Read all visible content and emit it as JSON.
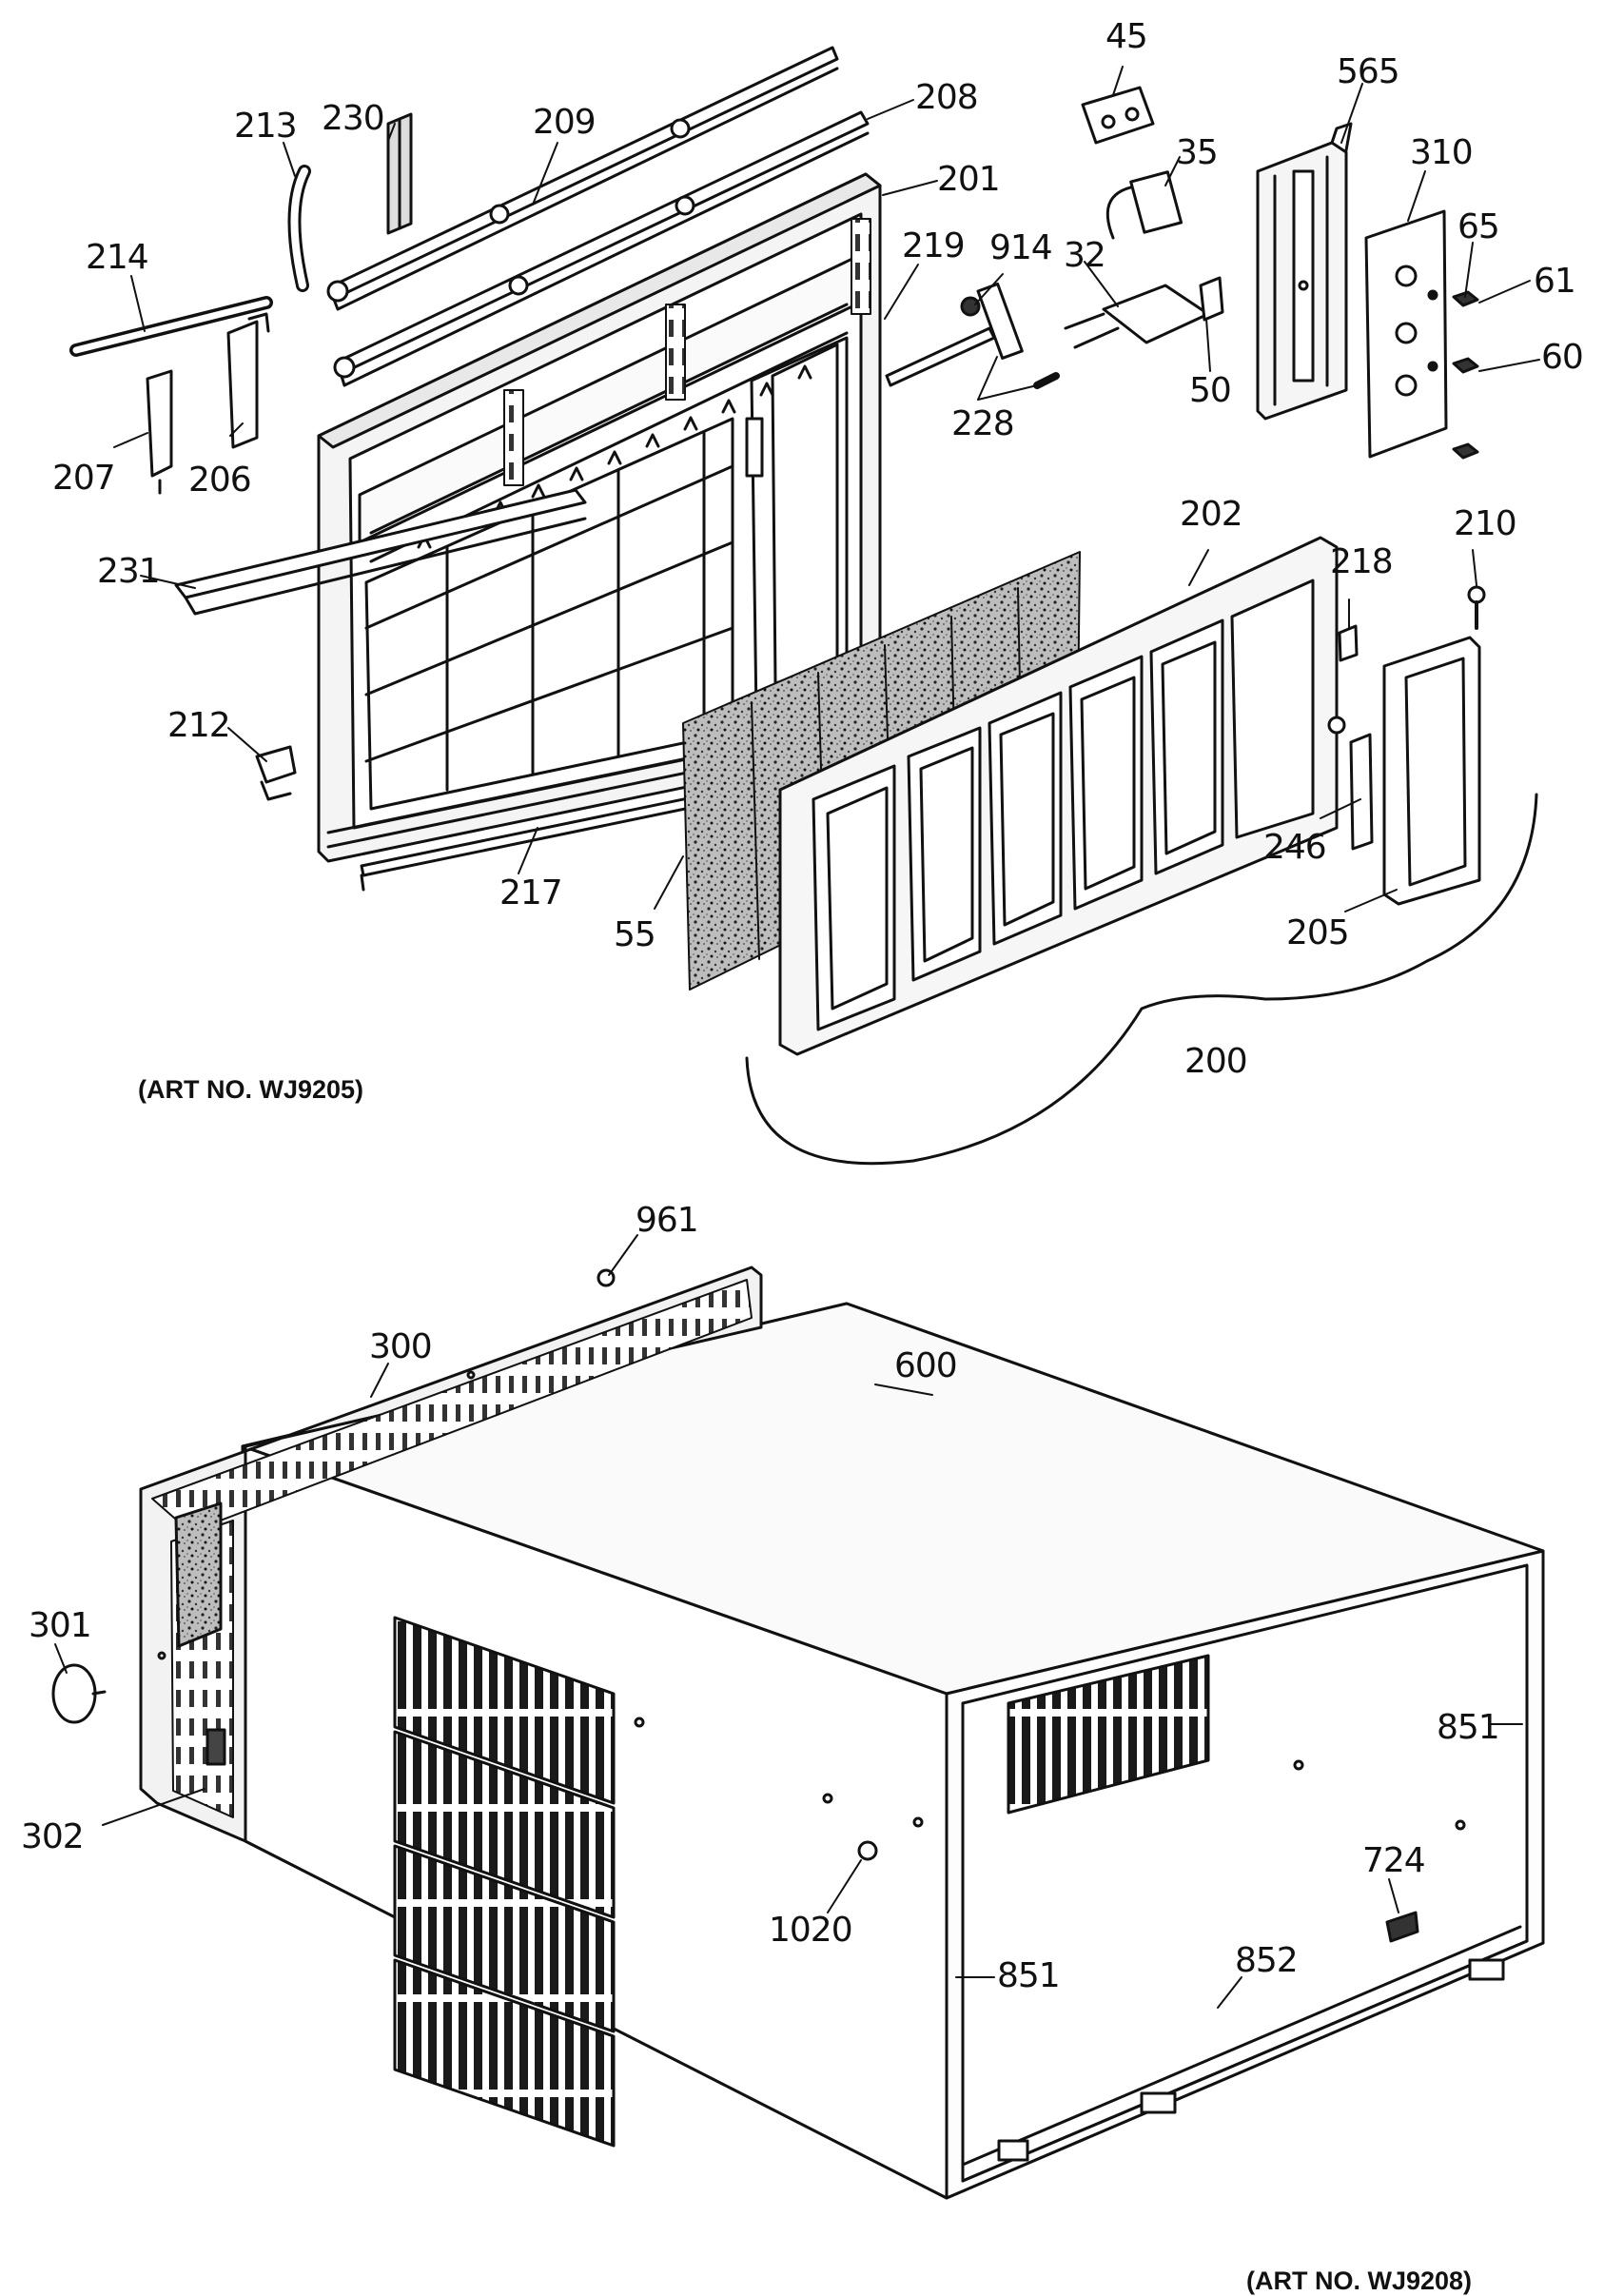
{
  "art_numbers": {
    "upper": "(ART NO. WJ9205)",
    "lower": "(ART NO. WJ9208)"
  },
  "callouts": {
    "c45": "45",
    "c565": "565",
    "c35": "35",
    "c310": "310",
    "c213": "213",
    "c230": "230",
    "c209": "209",
    "c208": "208",
    "c201": "201",
    "c65": "65",
    "c61": "61",
    "c214": "214",
    "c219": "219",
    "c914": "914",
    "c32": "32",
    "c60": "60",
    "c50": "50",
    "c228": "228",
    "c207": "207",
    "c206": "206",
    "c202": "202",
    "c210": "210",
    "c218": "218",
    "c231": "231",
    "c212": "212",
    "c246": "246",
    "c217": "217",
    "c55": "55",
    "c205": "205",
    "c200": "200",
    "c961": "961",
    "c300": "300",
    "c600": "600",
    "c301": "301",
    "c851a": "851",
    "c302": "302",
    "c724": "724",
    "c1020": "1020",
    "c851b": "851",
    "c852": "852"
  }
}
